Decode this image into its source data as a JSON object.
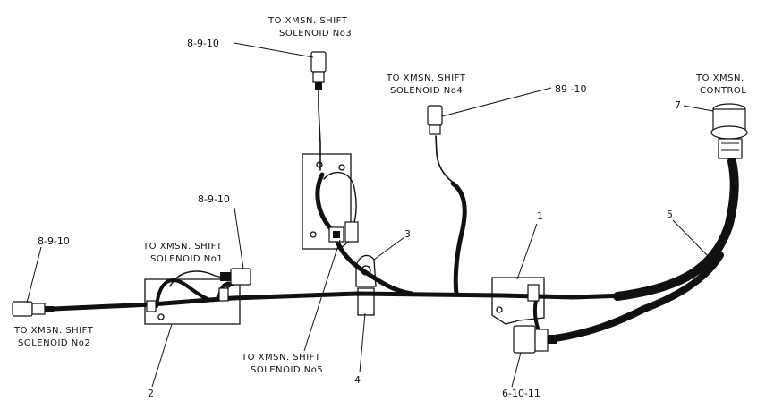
{
  "labels": {
    "sol3_line1": "TO XMSN. SHIFT",
    "sol3_line2": "SOLENOID No3",
    "sol3_ref": "8-9-10",
    "sol4_line1": "TO XMSN. SHIFT",
    "sol4_line2": "SOLENOID No4",
    "sol4_ref": "89 -10",
    "ctrl_line1": "TO XMSN.",
    "ctrl_line2": "CONTROL",
    "ctrl_ref": "7",
    "sol1_line1": "TO XMSN. SHIFT",
    "sol1_line2": "SOLENOID No1",
    "sol1_ref": "8-9-10",
    "sol2_line1": "TO XMSN. SHIFT",
    "sol2_line2": "SOLENOID No2",
    "sol2_ref": "8-9-10",
    "sol5_line1": "TO XMSN. SHIFT",
    "sol5_line2": "SOLENOID No5",
    "callout_1": "1",
    "callout_2": "2",
    "callout_3": "3",
    "callout_4": "4",
    "callout_5": "5",
    "callout_6": "6-10-11"
  }
}
